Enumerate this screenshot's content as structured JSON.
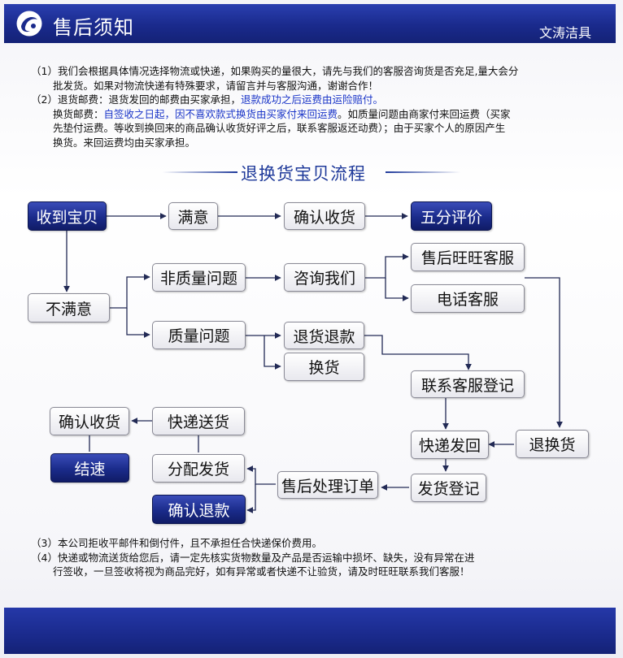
{
  "header": {
    "title": "售后须知",
    "brand": "文涛洁具"
  },
  "notes_top": [
    {
      "text": "（1）我们会根据具体情况选择物流或快递，如果购买的量很大，请先与我们的客服咨询货是否充足,量大会分",
      "indent": false
    },
    {
      "text": "批发货。如果对物流快递有特殊要求，请留言并与客服沟通，谢谢合作！",
      "indent": true
    },
    {
      "parts": [
        {
          "text": "（2）退货邮费：退货发回的邮费由买家承担，"
        },
        {
          "text": "退款成功之后运费由运险赔付。",
          "blue": true
        }
      ],
      "indent": false
    },
    {
      "parts": [
        {
          "text": "换货邮费："
        },
        {
          "text": "自签收之日起，因不喜欢款式换货由买家付来回运费",
          "blue": true
        },
        {
          "text": "。如质量问题由商家付来回运费（买家"
        }
      ],
      "indent": true
    },
    {
      "text": "先垫付运费。等收到换回来的商品确认收货好评之后，联系客服返还动费）；由于买家个人的原因产生",
      "indent": true
    },
    {
      "text": "换货。来回运费均由买家承担。",
      "indent": true
    }
  ],
  "flow_title": "退换货宝贝流程",
  "nodes": {
    "received": "收到宝贝",
    "satisfied": "满意",
    "confirm_receipt_top": "确认收货",
    "five_star": "五分评价",
    "unsatisfied": "不满意",
    "non_quality": "非质量问题",
    "consult_us": "咨询我们",
    "wangwang_service": "售后旺旺客服",
    "phone_service": "电话客服",
    "quality_issue": "质量问题",
    "return_refund": "退货退款",
    "exchange": "换货",
    "contact_register": "联系客服登记",
    "return_exchange": "退换货",
    "express_back": "快递发回",
    "confirm_receipt_bottom": "确认收货",
    "express_delivery": "快递送货",
    "settled": "结速",
    "allocate_ship": "分配发货",
    "process_order": "售后处理订单",
    "ship_register": "发货登记",
    "confirm_refund": "确认退款"
  },
  "notes_bottom": [
    {
      "text": "（3）本公司拒收平邮件和倒付件，且不承担任合快递保价费用。",
      "indent": false
    },
    {
      "text": "（4）快递或物流送货给您后，请一定先核实货物数量及产品是否运输中损坏、缺失，没有异常在进",
      "indent": false
    },
    {
      "text": "行签收，一旦签收将视为商品完好，如有异常或者快递不让验货，请及时旺旺联系我们客服！",
      "indent": true
    }
  ],
  "colors": {
    "header_blue": "#1a2a8c",
    "accent_blue": "#1a35c8",
    "dark_box": "#1a2b8a",
    "line": "#222a55"
  }
}
